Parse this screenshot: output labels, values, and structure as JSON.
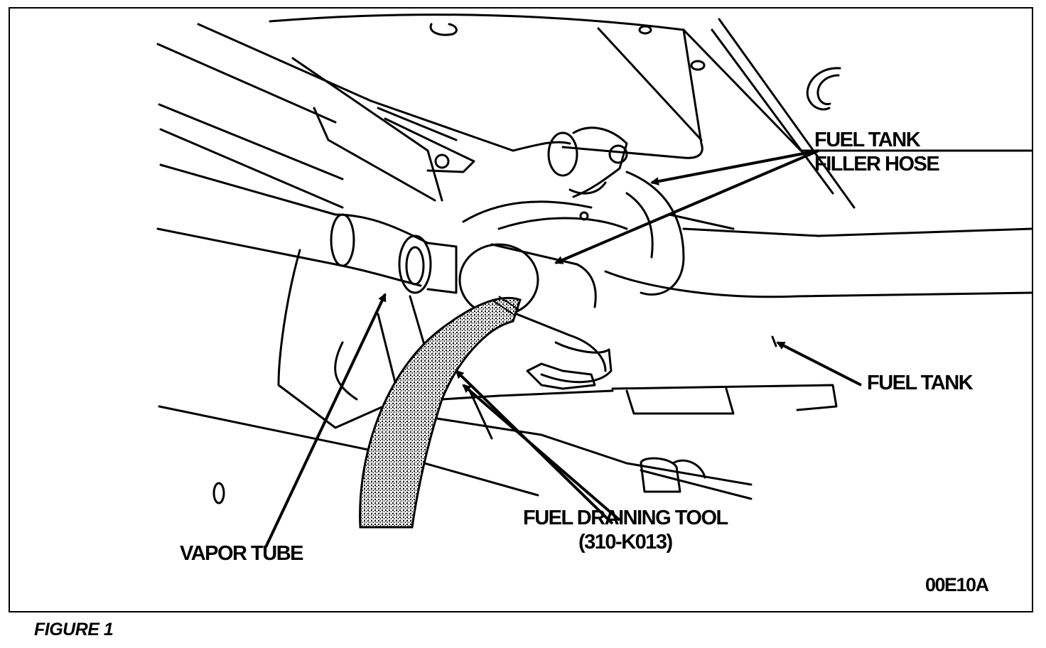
{
  "labels": {
    "filler_hose_line1": "FUEL TANK",
    "filler_hose_line2": "FILLER HOSE",
    "fuel_tank": "FUEL TANK",
    "draining_tool_line1": "FUEL DRAINING TOOL",
    "draining_tool_line2": "(310-K013)",
    "vapor_tube": "VAPOR TUBE",
    "part_code": "00E10A"
  },
  "caption": "FIGURE 1",
  "colors": {
    "ink": "#000000",
    "paper": "#ffffff"
  }
}
